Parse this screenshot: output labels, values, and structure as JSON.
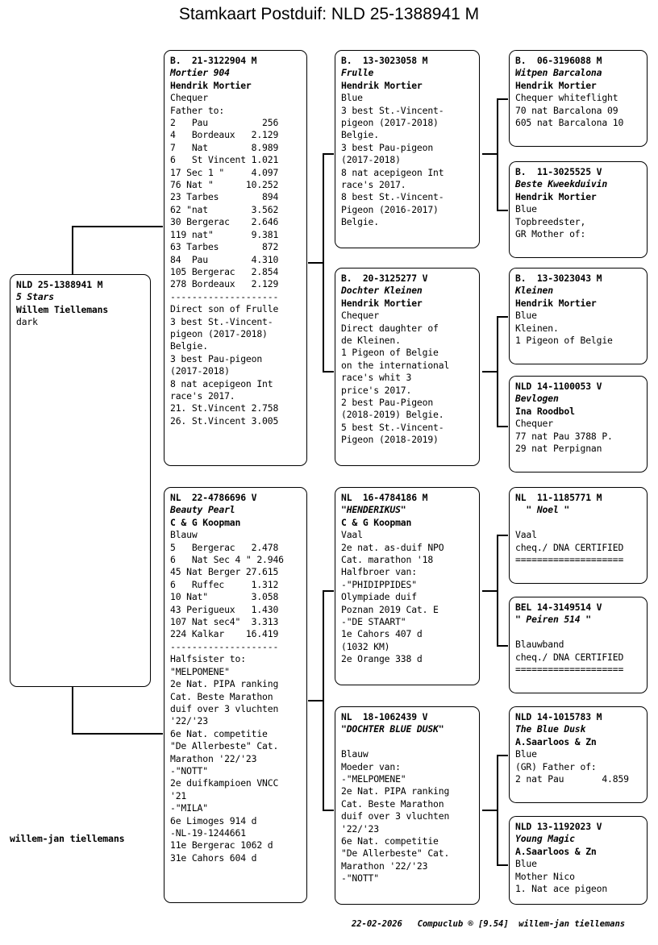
{
  "title": "Stamkaart Postduif: NLD 25-1388941 M",
  "owner_label": "willem-jan tiellemans",
  "footer": {
    "date": "22-02-2026",
    "software": "Compuclub ® [9.54]",
    "user": "willem-jan tiellemans",
    "text": "22-02-2026   Compuclub ® [9.54]  willem-jan tiellemans"
  },
  "subject": {
    "ring": "NLD 25-1388941 M",
    "name": "5 Stars",
    "owner": "Willem Tiellemans",
    "lines": [
      "dark"
    ]
  },
  "boxes": {
    "father": {
      "ring": "B.  21-3122904 M",
      "name": "Mortier 904",
      "owner": "Hendrik Mortier",
      "lines": [
        "Chequer",
        "Father to:",
        "2   Pau          256",
        "4   Bordeaux   2.129",
        "7   Nat        8.989",
        "6   St Vincent 1.021",
        "17 Sec 1 \"     4.097",
        "76 Nat \"      10.252",
        "23 Tarbes        894",
        "62 \"nat        3.562",
        "30 Bergerac    2.646",
        "119 nat\"       9.381",
        "63 Tarbes        872",
        "84  Pau        4.310",
        "105 Bergerac   2.854",
        "278 Bordeaux   2.129",
        "--------------------",
        "Direct son of Frulle",
        "3 best St.-Vincent-",
        "pigeon (2017-2018)",
        "Belgie.",
        "3 best Pau-pigeon",
        "(2017-2018)",
        "8 nat acepigeon Int",
        "race's 2017.",
        "21. St.Vincent 2.758",
        "26. St.Vincent 3.005"
      ]
    },
    "ff": {
      "ring": "B.  13-3023058 M",
      "name": "Frulle",
      "owner": "Hendrik Mortier",
      "lines": [
        "Blue",
        "3 best St.-Vincent-",
        "pigeon (2017-2018)",
        "Belgie.",
        "3 best Pau-pigeon",
        "(2017-2018)",
        "8 nat acepigeon Int",
        "race's 2017.",
        "8 best St.-Vincent-",
        "Pigeon (2016-2017)",
        "Belgie."
      ]
    },
    "fm": {
      "ring": "B.  20-3125277 V",
      "name": "Dochter Kleinen",
      "owner": "Hendrik Mortier",
      "lines": [
        "Chequer",
        "Direct daughter of",
        "de Kleinen.",
        "1 Pigeon of Belgie",
        "on the international",
        "race's whit 3",
        "price's 2017.",
        "2 best Pau-Pigeon",
        "(2018-2019) Belgie.",
        "5 best St.-Vincent-",
        "Pigeon (2018-2019)"
      ]
    },
    "fff": {
      "ring": "B.  06-3196088 M",
      "name": "Witpen Barcalona",
      "owner": "Hendrik Mortier",
      "lines": [
        "Chequer whiteflight",
        "70 nat Barcalona 09",
        "605 nat Barcalona 10"
      ]
    },
    "ffm": {
      "ring": "B.  11-3025525 V",
      "name": "Beste Kweekduivin",
      "owner": "Hendrik Mortier",
      "lines": [
        "Blue",
        "Topbreedster,",
        "GR Mother of:"
      ]
    },
    "fmf": {
      "ring": "B.  13-3023043 M",
      "name": "Kleinen",
      "owner": "Hendrik Mortier",
      "lines": [
        "Blue",
        "Kleinen.",
        "1 Pigeon of Belgie"
      ]
    },
    "fmm": {
      "ring": "NLD 14-1100053 V",
      "name": "Bevlogen",
      "owner": "Ina Roodbol",
      "lines": [
        "Chequer",
        "77 nat Pau 3788 P.",
        "29 nat Perpignan"
      ]
    },
    "mother": {
      "ring": "NL  22-4786696 V",
      "name": "Beauty Pearl",
      "owner": "C & G Koopman",
      "lines": [
        "Blauw",
        "5   Bergerac   2.478",
        "6   Nat Sec 4 \" 2.946",
        "45 Nat Berger 27.615",
        "6   Ruffec     1.312",
        "10 Nat\"        3.058",
        "43 Perigueux   1.430",
        "107 Nat sec4\"  3.313",
        "224 Kalkar    16.419",
        "--------------------",
        "Halfsister to:",
        "\"MELPOMENE\"",
        "2e Nat. PIPA ranking",
        "Cat. Beste Marathon",
        "duif over 3 vluchten",
        "'22/'23",
        "6e Nat. competitie",
        "\"De Allerbeste\" Cat.",
        "Marathon '22/'23",
        "-\"NOTT\"",
        "2e duifkampioen VNCC",
        "'21",
        "-\"MILA\"",
        "6e Limoges 914 d",
        "-NL-19-1244661",
        "11e Bergerac 1062 d",
        "31e Cahors 604 d"
      ]
    },
    "mf": {
      "ring": "NL  16-4784186 M",
      "name": "\"HENDERIKUS\"",
      "owner": "C & G Koopman",
      "lines": [
        "Vaal",
        "2e nat. as-duif NPO",
        "Cat. marathon '18",
        "Halfbroer van:",
        "-\"PHIDIPPIDES\"",
        "Olympiade duif",
        "Poznan 2019 Cat. E",
        "-\"DE STAART\"",
        "1e Cahors 407 d",
        "(1032 KM)",
        "2e Orange 338 d"
      ]
    },
    "mm": {
      "ring": "NL  18-1062439 V",
      "name": "\"DOCHTER BLUE DUSK\"",
      "owner": "",
      "lines": [
        "Blauw",
        "Moeder van:",
        "-\"MELPOMENE\"",
        "2e Nat. PIPA ranking",
        "Cat. Beste Marathon",
        "duif over 3 vluchten",
        "'22/'23",
        "6e Nat. competitie",
        "\"De Allerbeste\" Cat.",
        "Marathon '22/'23",
        "-\"NOTT\""
      ]
    },
    "mff": {
      "ring": "NL  11-1185771 M",
      "name": "  \" Noel \"",
      "owner": "",
      "lines": [
        "Vaal",
        "cheq./ DNA CERTIFIED",
        "===================="
      ]
    },
    "mfm": {
      "ring": "BEL 14-3149514 V",
      "name": "\" Peiren 514 \"",
      "owner": "",
      "lines": [
        "Blauwband",
        "cheq./ DNA CERTIFIED",
        "===================="
      ]
    },
    "mmf": {
      "ring": "NLD 14-1015783 M",
      "name": "The Blue Dusk",
      "owner": "A.Saarloos & Zn",
      "lines": [
        "Blue",
        "(GR) Father of:",
        "2 nat Pau       4.859"
      ]
    },
    "mmm": {
      "ring": "NLD 13-1192023 V",
      "name": "Young Magic",
      "owner": "A.Saarloos & Zn",
      "lines": [
        "Blue",
        "Mother Nico",
        "1. Nat ace pigeon"
      ]
    }
  }
}
